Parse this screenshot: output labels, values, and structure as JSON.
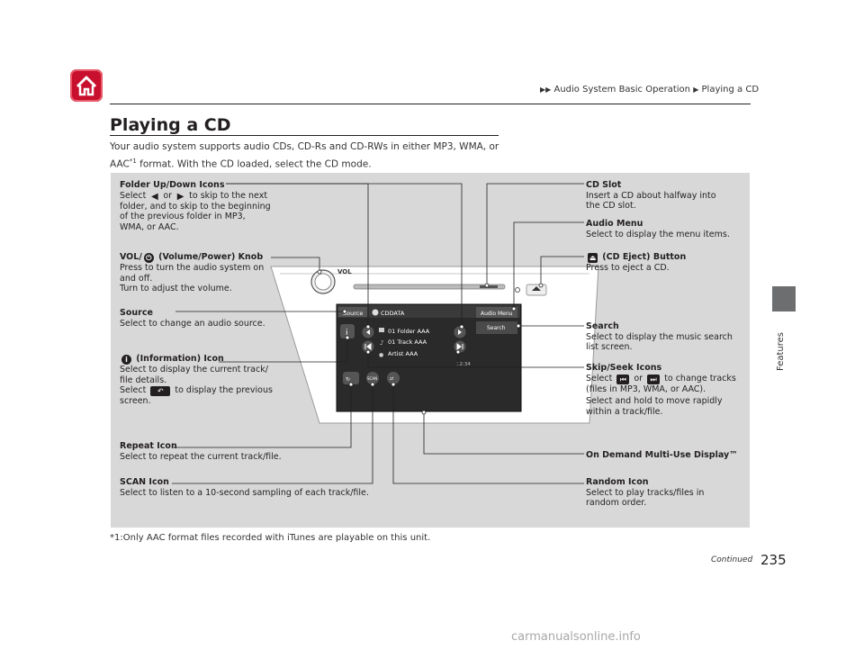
{
  "header": {
    "breadcrumb_parent": "Audio System Basic Operation",
    "breadcrumb_current": "Playing a CD",
    "side_section": "Features"
  },
  "title": "Playing a CD",
  "intro": {
    "line1": "Your audio system supports audio CDs, CD-Rs and CD-RWs in either MP3, WMA, or",
    "line2_a": "AAC",
    "line2_sup": "*1",
    "line2_b": " format. With the CD loaded, select the CD mode."
  },
  "callouts": {
    "folder": {
      "title": "Folder Up/Down Icons",
      "l1a": "Select",
      "l1b": "or",
      "l1c": "to skip to the next",
      "l2": "folder, and to skip to the beginning",
      "l3": "of the previous folder in MP3,",
      "l4": "WMA, or AAC."
    },
    "vol": {
      "title_a": "VOL/",
      "title_b": " (Volume/Power) Knob",
      "l1": "Press to turn the audio system on",
      "l2": "and off.",
      "l3": "Turn to adjust the volume."
    },
    "source": {
      "title": "Source",
      "l1": "Select to change an audio source."
    },
    "info": {
      "title": " (Information) Icon",
      "l1": "Select to display the current track/",
      "l2": "file details.",
      "l3a": "Select",
      "l3b": "to display the previous",
      "l4": "screen."
    },
    "repeat": {
      "title": "Repeat Icon",
      "l1": "Select to repeat the current track/file."
    },
    "scan": {
      "title": "SCAN Icon",
      "l1": "Select to listen to a 10-second sampling of each track/file."
    },
    "cdslot": {
      "title": "CD Slot",
      "l1": "Insert a CD about halfway into",
      "l2": "the CD slot."
    },
    "audiomenu": {
      "title": "Audio Menu",
      "l1": "Select to display the menu items."
    },
    "eject": {
      "title": " (CD Eject) Button",
      "l1": "Press to eject a CD."
    },
    "search": {
      "title": "Search",
      "l1": "Select to display the music search",
      "l2": "list screen."
    },
    "skip": {
      "title": "Skip/Seek Icons",
      "l1a": "Select",
      "l1b": "or",
      "l1c": "to change tracks",
      "l2": "(files in MP3, WMA, or AAC).",
      "l3": "Select and hold to move rapidly",
      "l4": "within a track/file."
    },
    "ondemand": {
      "title": "On Demand Multi-Use Display™"
    },
    "random": {
      "title": "Random Icon",
      "l1": "Select to play tracks/files in",
      "l2": "random order."
    }
  },
  "screen": {
    "source_btn": "Source",
    "disc_label": "CDDATA",
    "audio_menu_btn": "Audio Menu",
    "search_btn": "Search",
    "folder_row": "01 Folder AAA",
    "track_row": "01 Track AAA",
    "artist_row": "Artist AAA",
    "time": "12:34",
    "scan_btn": "SCAN",
    "knob_label": "VOL"
  },
  "footnote": "*1:Only AAC format files recorded with iTunes are playable on this unit.",
  "footer": {
    "continued": "Continued",
    "page": "235"
  },
  "watermark": "carmanualsonline.info",
  "colors": {
    "home": "#c8102e",
    "figure_bg": "#d8d8d8",
    "screen": "#2a2a2a",
    "side_tab": "#6d6e70"
  }
}
